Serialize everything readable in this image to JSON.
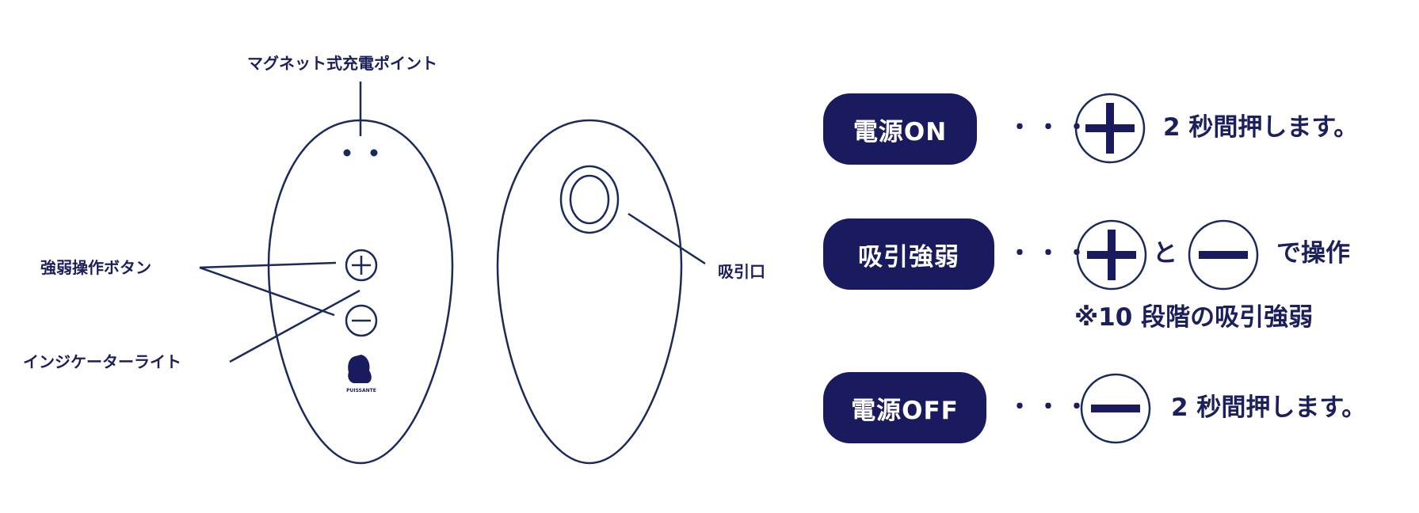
{
  "colors": {
    "navy": "#1a1a5e",
    "line": "#1b2a5c"
  },
  "device": {
    "charging_label": "マグネット式充電ポイント",
    "buttons_label": "強弱操作ボタン",
    "indicator_label": "インジケーターライト",
    "suction_label": "吸引口",
    "logo_text": "PUISSANTE"
  },
  "instructions": [
    {
      "badge": "電源ON",
      "dots": "・・・",
      "icon": "plus-circle-icon",
      "text": "2 秒間押します。"
    },
    {
      "badge": "吸引強弱",
      "dots": "・・・",
      "icon": "plus-circle-icon",
      "joiner": "と",
      "icon2": "minus-circle-icon",
      "text": "で操作",
      "note": "※10 段階の吸引強弱"
    },
    {
      "badge": "電源OFF",
      "dots": "・・・",
      "icon": "minus-circle-icon",
      "text": "2 秒間押します。"
    }
  ]
}
